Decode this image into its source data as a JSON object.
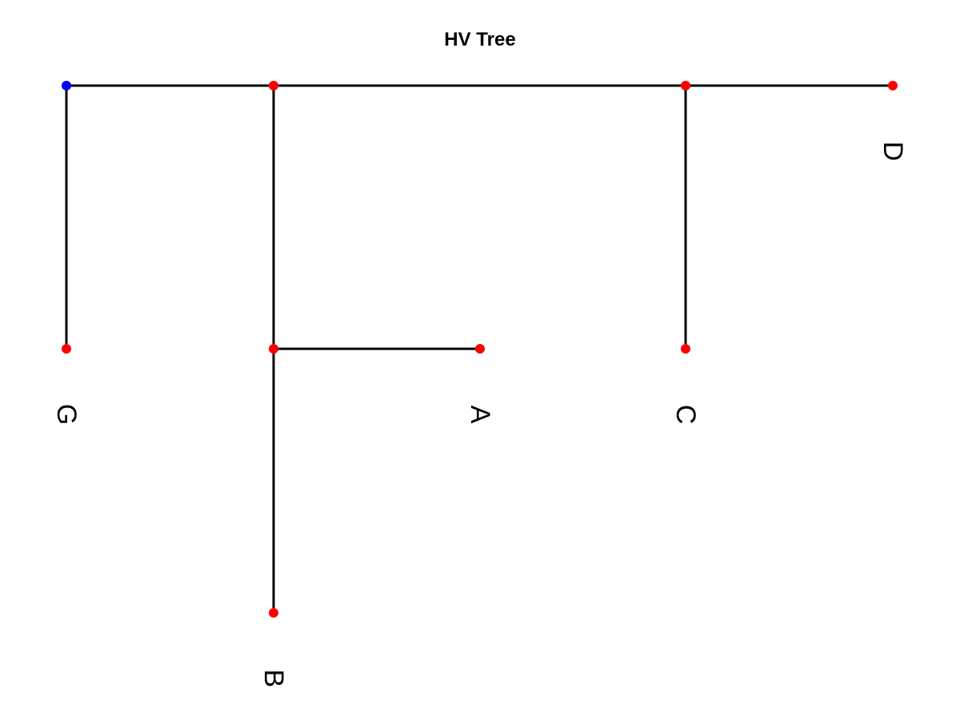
{
  "title": "HV Tree",
  "colors": {
    "root_node": "#0000ff",
    "node": "#ff0000",
    "edge": "#000000",
    "background": "#ffffff"
  },
  "tree": {
    "root": "r",
    "nodes": [
      {
        "id": "r",
        "kind": "root",
        "label": ""
      },
      {
        "id": "n1",
        "kind": "internal",
        "label": ""
      },
      {
        "id": "n2",
        "kind": "internal",
        "label": ""
      },
      {
        "id": "n3",
        "kind": "internal",
        "label": ""
      },
      {
        "id": "G",
        "kind": "leaf",
        "label": "G"
      },
      {
        "id": "A",
        "kind": "leaf",
        "label": "A"
      },
      {
        "id": "B",
        "kind": "leaf",
        "label": "B"
      },
      {
        "id": "C",
        "kind": "leaf",
        "label": "C"
      },
      {
        "id": "D",
        "kind": "leaf",
        "label": "D"
      }
    ],
    "edges": [
      {
        "from": "r",
        "to": "n1"
      },
      {
        "from": "n1",
        "to": "n3"
      },
      {
        "from": "n3",
        "to": "D"
      },
      {
        "from": "r",
        "to": "G"
      },
      {
        "from": "n1",
        "to": "n2"
      },
      {
        "from": "n2",
        "to": "A"
      },
      {
        "from": "n2",
        "to": "B"
      },
      {
        "from": "n3",
        "to": "C"
      }
    ]
  }
}
